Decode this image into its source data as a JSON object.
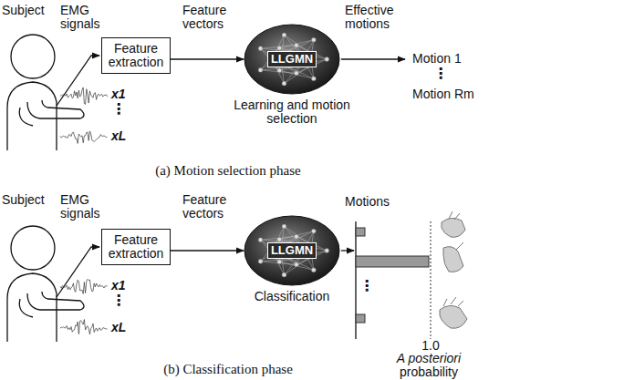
{
  "diagram": {
    "nodes": [
      {
        "text": [
          "Feature extraction"
        ]
      },
      {
        "text": [
          "LLGMN"
        ]
      },
      {
        "text": [
          "Feature extraction"
        ]
      },
      {
        "text": [
          "LLGMN"
        ]
      }
    ],
    "edges": [
      {
        "from": 0,
        "to": 1,
        "arrow": "to"
      },
      {
        "from": 2,
        "to": 3,
        "arrow": "to"
      }
    ],
    "labels": [
      "Subject",
      "EMG signals",
      "x1",
      "⋮",
      "xL",
      "Feature vectors",
      "Learning and motion selection",
      "Effective motions",
      "Motion 1",
      "⋮",
      "Motion Rm",
      "(a) Motion selection phase",
      "Subject",
      "EMG signals",
      "x1",
      "⋮",
      "xL",
      "Feature vectors",
      "Classification",
      "Motions",
      "⋮",
      "1.0",
      "A posteriori",
      "probability",
      "(b) Classification phase"
    ]
  }
}
